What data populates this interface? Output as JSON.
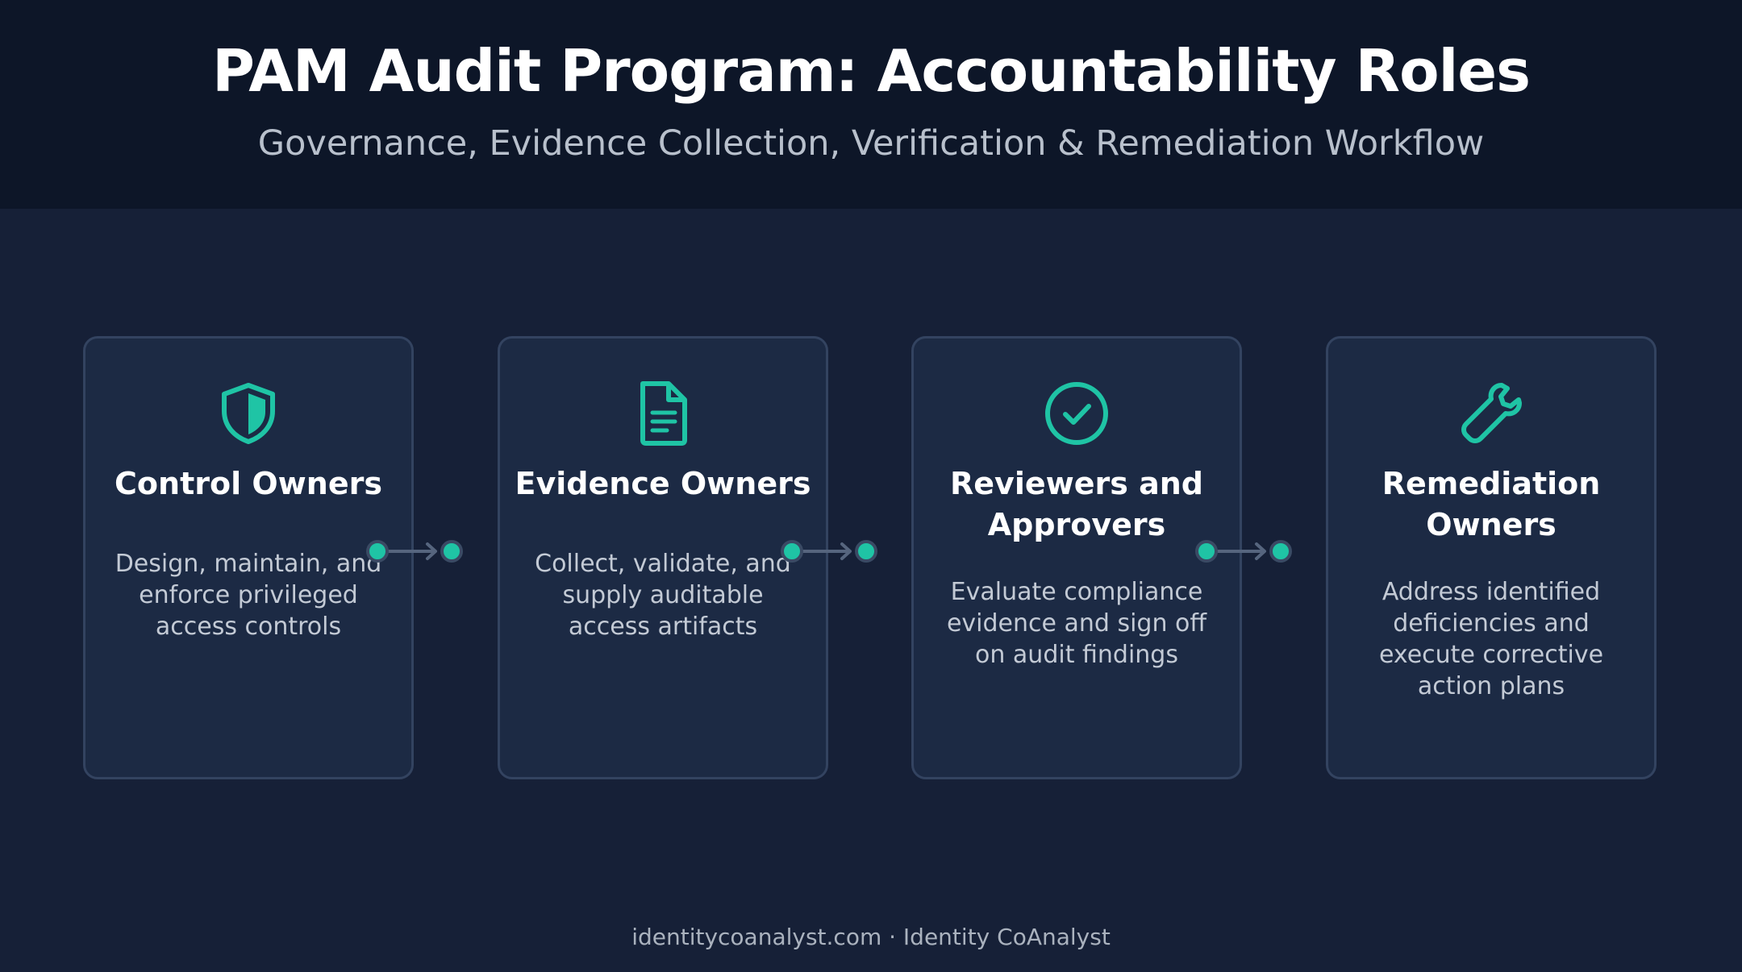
{
  "header": {
    "title": "PAM Audit Program: Accountability Roles",
    "subtitle": "Governance, Evidence Collection, Verification & Remediation Workflow"
  },
  "colors": {
    "accent": "#1fc4a5",
    "card_background": "#1c2a44",
    "card_border": "#334360",
    "header_background": "#0d1628",
    "page_background": "#162037"
  },
  "roles": [
    {
      "icon": "shield-icon",
      "title": "Control Owners",
      "description": "Design, maintain, and\nenforce privileged\naccess controls"
    },
    {
      "icon": "document-icon",
      "title": "Evidence Owners",
      "description": "Collect, validate, and\nsupply auditable\naccess artifacts"
    },
    {
      "icon": "check-circle-icon",
      "title": "Reviewers and\nApprovers",
      "description": "Evaluate compliance\nevidence and sign off\non audit findings"
    },
    {
      "icon": "wrench-icon",
      "title": "Remediation\nOwners",
      "description": "Address identified\ndeficiencies and\nexecute corrective\naction plans"
    }
  ],
  "footer": {
    "text": "identitycoanalyst.com · Identity CoAnalyst"
  }
}
